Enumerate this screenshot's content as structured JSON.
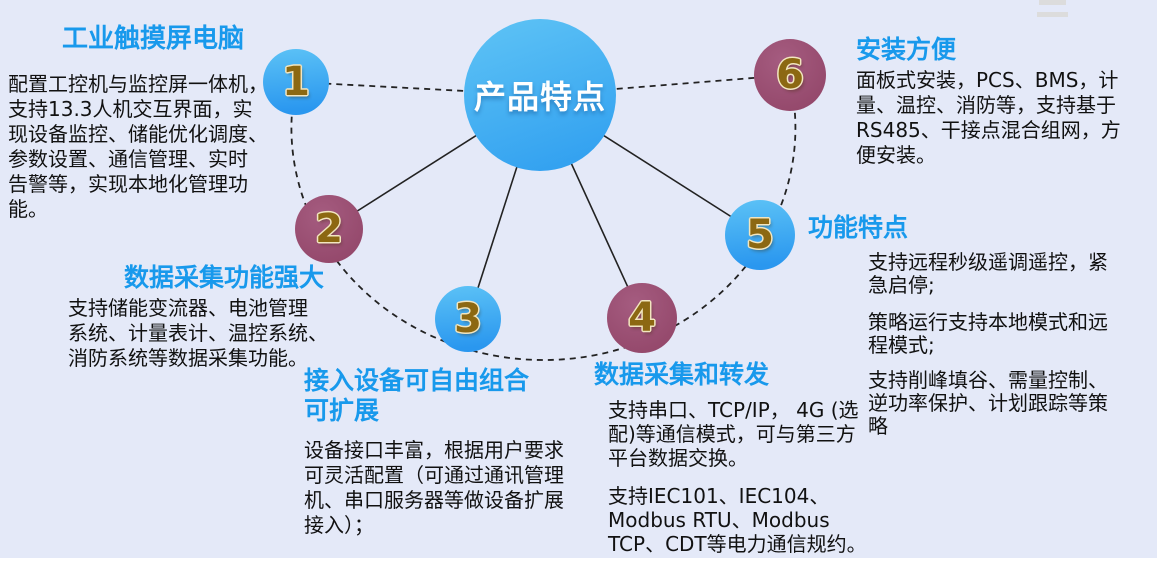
{
  "palette": {
    "background": "#e4e9f8",
    "title_blue": "#1899ec",
    "body_text": "#111111",
    "blue_circle_top": "#5cc2f6",
    "blue_circle_bottom": "#2a97ef",
    "maroon_circle": "#9c5174",
    "number_gold": "#8c6812",
    "number_outline": "#f2e6c0",
    "connector_line": "#222222"
  },
  "center_node": {
    "label": "产品特点"
  },
  "top_right_icon": "double-bar-icon",
  "features": [
    {
      "num": "1",
      "circle": "blue",
      "title": "工业触摸屏电脑",
      "body": [
        "配置工控机与监控屏一体机，\n支持13.3人机交互界面，实\n现设备监控、储能优化调度、\n参数设置、通信管理、实时\n告警等，实现本地化管理功\n能。"
      ]
    },
    {
      "num": "2",
      "circle": "maroon",
      "title": "数据采集功能强大",
      "body": [
        "支持储能变流器、电池管理\n系统、计量表计、温控系统、\n消防系统等数据采集功能。"
      ]
    },
    {
      "num": "3",
      "circle": "blue",
      "title": "接入设备可自由组合\n可扩展",
      "body": [
        "设备接口丰富，根据用户要求\n可灵活配置（可通过通讯管理\n机、串口服务器等做设备扩展\n接入）；"
      ]
    },
    {
      "num": "4",
      "circle": "maroon",
      "title": "数据采集和转发",
      "body": [
        "支持串口、TCP/IP， 4G (选\n配)等通信模式，可与第三方\n平台数据交换。",
        "支持IEC101、IEC104、\nModbus RTU、Modbus\nTCP、CDT等电力通信规约。"
      ]
    },
    {
      "num": "5",
      "circle": "blue",
      "title": "功能特点",
      "body": [
        "支持远程秒级遥调遥控，紧\n急启停;",
        "策略运行支持本地模式和远\n程模式;",
        "支持削峰填谷、需量控制、\n逆功率保护、计划跟踪等策\n略"
      ]
    },
    {
      "num": "6",
      "circle": "maroon",
      "title": "安装方便",
      "body": [
        "面板式安装，PCS、BMS，计\n量、温控、消防等，支持基于\nRS485、干接点混合组网，方\n便安装。"
      ]
    }
  ]
}
